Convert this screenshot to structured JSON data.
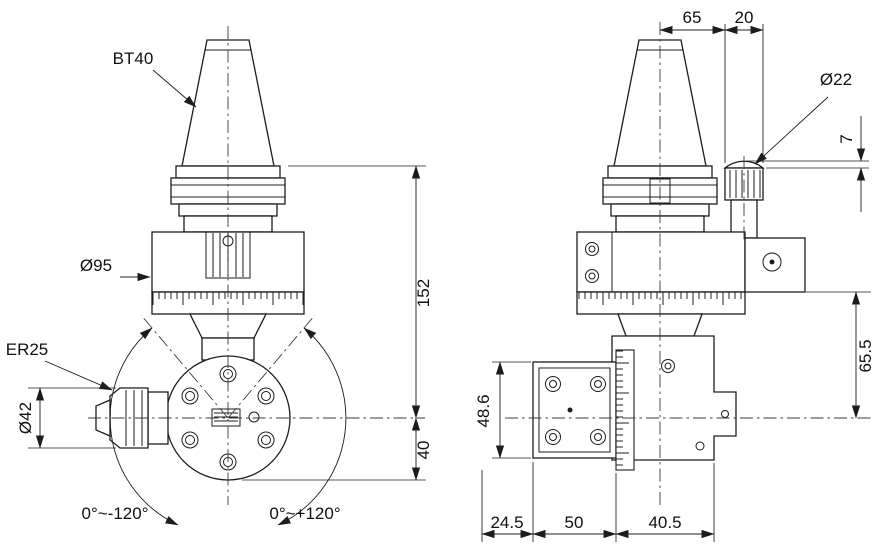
{
  "colors": {
    "background": "#ffffff",
    "line": "#1c1c1e",
    "text": "#101010"
  },
  "front_view": {
    "taper_label": "BT40",
    "body_diameter": "Ø95",
    "collet_label": "ER25",
    "collet_nut_diameter": "Ø42",
    "flange_to_spindle_axis": "152",
    "spindle_axis_to_bottom": "40",
    "swivel_range_negative": "0°~-120°",
    "swivel_range_positive": "0°~+120°"
  },
  "side_view": {
    "spindle_axis_to_pin": "65",
    "pin_width": "20",
    "pin_diameter": "Ø22",
    "pin_step_height": "7",
    "body_to_spindle_axis": "65.5",
    "faceplate_height": "48.6",
    "front_offset": "24.5",
    "faceplate_depth": "50",
    "head_depth": "40.5"
  }
}
